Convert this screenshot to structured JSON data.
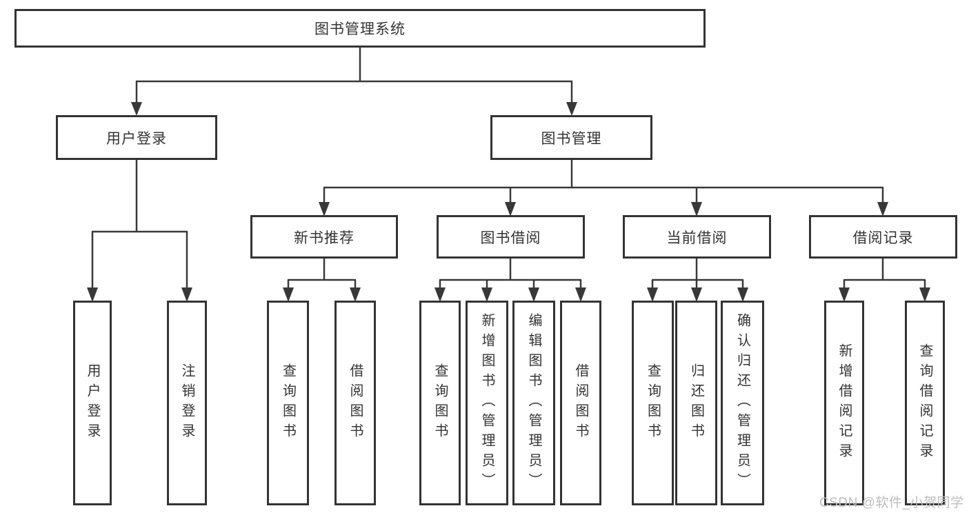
{
  "diagram_title": "图书管理系统",
  "nodes": {
    "root": "图书管理系统",
    "level2": [
      "用户登录",
      "图书管理"
    ],
    "level3": [
      "新书推荐",
      "图书借阅",
      "当前借阅",
      "借阅记录"
    ],
    "leaves": [
      "用户登录",
      "注销登录",
      "查询图书",
      "借阅图书",
      "查询图书",
      "新增图书（管理员）",
      "编辑图书（管理员）",
      "借阅图书",
      "查询图书",
      "归还图书",
      "确认归还（管理员）",
      "新增借阅记录",
      "查询借阅记录"
    ]
  },
  "edges": [
    {
      "from": "图书管理系统",
      "to": [
        "用户登录",
        "图书管理"
      ]
    },
    {
      "from": "用户登录",
      "to": [
        "用户登录",
        "注销登录"
      ]
    },
    {
      "from": "图书管理",
      "to": [
        "新书推荐",
        "图书借阅",
        "当前借阅",
        "借阅记录"
      ]
    },
    {
      "from": "新书推荐",
      "to": [
        "查询图书",
        "借阅图书"
      ]
    },
    {
      "from": "图书借阅",
      "to": [
        "查询图书",
        "新增图书（管理员）",
        "编辑图书（管理员）",
        "借阅图书"
      ]
    },
    {
      "from": "当前借阅",
      "to": [
        "查询图书",
        "归还图书",
        "确认归还（管理员）"
      ]
    },
    {
      "from": "借阅记录",
      "to": [
        "新增借阅记录",
        "查询借阅记录"
      ]
    }
  ],
  "watermark": "CSDN @软件_小贺同学",
  "colors": {
    "line": "#383838",
    "box_border": "#333333",
    "text": "#333333",
    "watermark": "#bdbdbd",
    "background": "#ffffff"
  }
}
